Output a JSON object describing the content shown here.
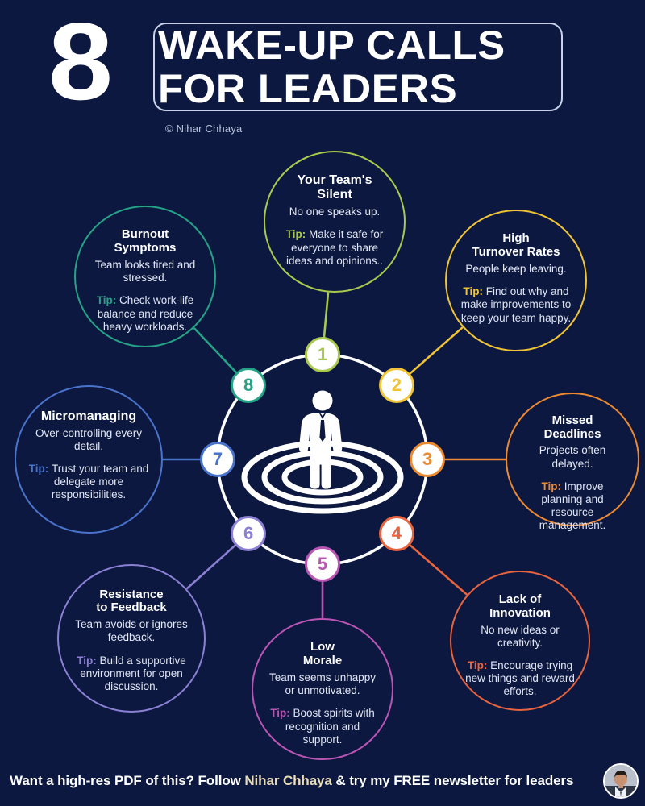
{
  "theme": {
    "background": "#0c1840",
    "hub_ring": "#ffffff",
    "title_text": "#ffffff",
    "body_text": "#e3e8f4",
    "footer_name_color": "#e9dcb9"
  },
  "header": {
    "number": "8",
    "title_line1": "WAKE-UP CALLS",
    "title_line2": "FOR LEADERS",
    "copyright": "© Nihar Chhaya"
  },
  "center": {
    "icon": "businessman-on-ripples-icon"
  },
  "items": [
    {
      "number": "1",
      "title": "Your Team's\nSilent",
      "title_l1": "Your Team's",
      "title_l2": "Silent",
      "desc": "No one speaks up.",
      "tip_label": "Tip:",
      "tip": "Make it safe for everyone to share ideas and opinions..",
      "color": "#a9c94e"
    },
    {
      "number": "2",
      "title_l1": "High",
      "title_l2": "Turnover Rates",
      "desc": "People keep leaving.",
      "tip_label": "Tip:",
      "tip": "Find out why and make improvements to keep your team happy.",
      "color": "#f0c436"
    },
    {
      "number": "3",
      "title_l1": "Missed",
      "title_l2": "Deadlines",
      "desc": "Projects often delayed.",
      "tip_label": "Tip:",
      "tip": " Improve planning and resource management.",
      "color": "#ec8a32"
    },
    {
      "number": "4",
      "title_l1": "Lack of",
      "title_l2": "Innovation",
      "desc": "No new ideas or creativity.",
      "tip_label": "Tip:",
      "tip": "Encourage trying new things and reward efforts.",
      "color": "#e8643f"
    },
    {
      "number": "5",
      "title_l1": "Low",
      "title_l2": "Morale",
      "desc": "Team seems unhappy or unmotivated.",
      "tip_label": "Tip:",
      "tip": "Boost spirits with recognition and support.",
      "color": "#bb55b4"
    },
    {
      "number": "6",
      "title_l1": "Resistance",
      "title_l2": "to Feedback",
      "desc": "Team avoids or ignores feedback.",
      "tip_label": "Tip:",
      "tip": "Build a supportive environment for open discussion.",
      "color": "#8b80d4"
    },
    {
      "number": "7",
      "title_l1": "Micromanaging",
      "title_l2": "",
      "desc": "Over-controlling every detail.",
      "tip_label": "Tip:",
      "tip": "Trust your team and delegate more responsibilities.",
      "color": "#4a74cc"
    },
    {
      "number": "8",
      "title_l1": "Burnout",
      "title_l2": "Symptoms",
      "desc": "Team looks tired and stressed.",
      "tip_label": "Tip:",
      "tip": "Check work-life balance and reduce heavy workloads.",
      "color": "#25a387"
    }
  ],
  "footer": {
    "text_before": "Want a high-res PDF of this?  Follow ",
    "name": "Nihar Chhaya",
    "text_after": " & try my FREE newsletter for leaders",
    "avatar": "author-avatar-photo"
  }
}
